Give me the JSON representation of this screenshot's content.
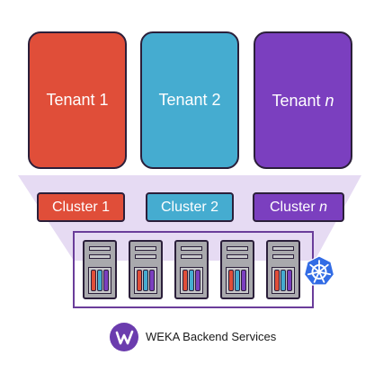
{
  "tenants": [
    {
      "label": "Tenant 1",
      "color": "#e04e39"
    },
    {
      "label": "Tenant 2",
      "color": "#45acd0"
    },
    {
      "label": "Tenant",
      "suffix": "n",
      "color": "#7b3fbf"
    }
  ],
  "clusters": [
    {
      "label": "Cluster 1",
      "color": "#e04e39"
    },
    {
      "label": "Cluster 2",
      "color": "#45acd0"
    },
    {
      "label": "Cluster",
      "suffix": "n",
      "color": "#7b3fbf"
    }
  ],
  "backend": {
    "server_count": 5,
    "drive_colors": [
      "#e04e39",
      "#45acd0",
      "#7b3fbf"
    ],
    "k8s_icon": "kubernetes-icon",
    "k8s_color": "#326ce5"
  },
  "brand": {
    "logo_icon": "weka-logo-icon",
    "logo_color": "#6b3cae",
    "label": "WEKA Backend Services"
  },
  "colors": {
    "funnel": "#e6dbf3",
    "outline": "#2b1f3a"
  }
}
